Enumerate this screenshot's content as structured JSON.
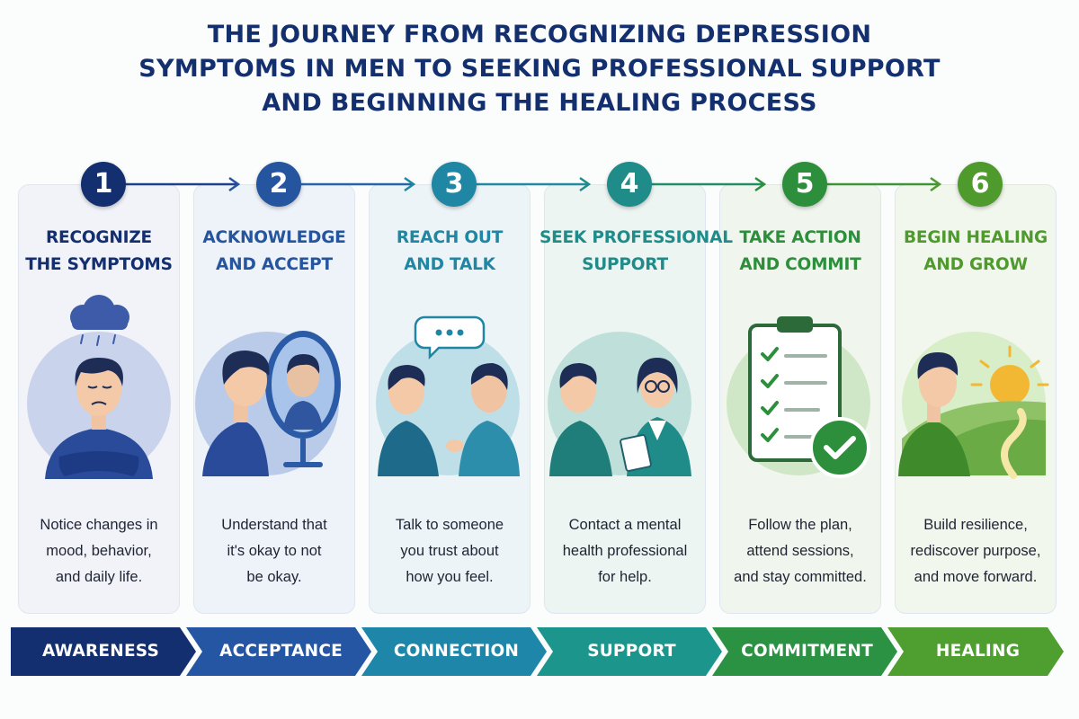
{
  "title": {
    "line1": "THE JOURNEY FROM RECOGNIZING DEPRESSION",
    "line2": "SYMPTOMS IN MEN TO SEEKING PROFESSIONAL SUPPORT",
    "line3": "AND BEGINNING THE HEALING PROCESS"
  },
  "steps": [
    {
      "number": "1",
      "heading_line1": "RECOGNIZE",
      "heading_line2": "THE SYMPTOMS",
      "desc_line1": "Notice changes in",
      "desc_line2": "mood, behavior,",
      "desc_line3": "and daily life.",
      "color": "#132f6f",
      "icon": "depressed-man-icon"
    },
    {
      "number": "2",
      "heading_line1": "ACKNOWLEDGE",
      "heading_line2": "AND ACCEPT",
      "desc_line1": "Understand that",
      "desc_line2": "it's okay to not",
      "desc_line3": "be okay.",
      "color": "#25559f",
      "icon": "mirror-reflection-icon"
    },
    {
      "number": "3",
      "heading_line1": "REACH OUT",
      "heading_line2": "AND TALK",
      "desc_line1": "Talk to someone",
      "desc_line2": "you trust about",
      "desc_line3": "how you feel.",
      "color": "#1f86a3",
      "icon": "conversation-icon"
    },
    {
      "number": "4",
      "heading_line1": "SEEK PROFESSIONAL",
      "heading_line2": "SUPPORT",
      "desc_line1": "Contact a mental",
      "desc_line2": "health professional",
      "desc_line3": "for help.",
      "color": "#1f8c89",
      "icon": "therapist-session-icon"
    },
    {
      "number": "5",
      "heading_line1": "TAKE ACTION",
      "heading_line2": "AND COMMIT",
      "desc_line1": "Follow the plan,",
      "desc_line2": "attend sessions,",
      "desc_line3": "and stay committed.",
      "color": "#2d8f3c",
      "icon": "checklist-icon"
    },
    {
      "number": "6",
      "heading_line1": "BEGIN HEALING",
      "heading_line2": "AND GROW",
      "desc_line1": "Build resilience,",
      "desc_line2": "rediscover purpose,",
      "desc_line3": "and move forward.",
      "color": "#4f9a2c",
      "icon": "sunrise-path-icon"
    }
  ],
  "phases": [
    {
      "label": "AWARENESS",
      "color": "#132f6f"
    },
    {
      "label": "ACCEPTANCE",
      "color": "#2556a3"
    },
    {
      "label": "CONNECTION",
      "color": "#1e86a8"
    },
    {
      "label": "SUPPORT",
      "color": "#1c968d"
    },
    {
      "label": "COMMITMENT",
      "color": "#2b9243"
    },
    {
      "label": "HEALING",
      "color": "#4e9e30"
    }
  ]
}
